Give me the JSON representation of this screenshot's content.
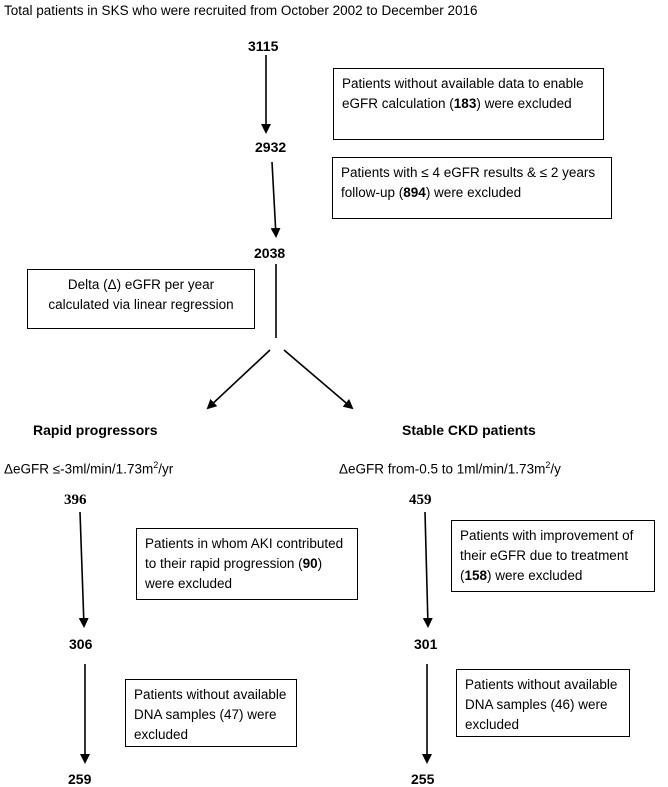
{
  "title": "Total patients in SKS who were recruited from October 2002 to December 2016",
  "counts": {
    "total": "3115",
    "after_first": "2932",
    "after_second": "2038",
    "rapid_start": "396",
    "rapid_mid": "306",
    "rapid_end": "259",
    "stable_start": "459",
    "stable_mid": "301",
    "stable_end": "255"
  },
  "boxes": {
    "excl1": {
      "pre": "Patients without available data to enable eGFR calculation (",
      "num": "183",
      "post": ") were excluded"
    },
    "excl2": {
      "pre": "Patients with ≤ 4 eGFR results & ≤ 2 years follow-up (",
      "num": "894",
      "post": ") were excluded"
    },
    "delta": {
      "text": "Delta (Δ) eGFR per year calculated via linear regression"
    },
    "aki": {
      "pre": "Patients in whom AKI contributed to their rapid progression (",
      "num": "90",
      "post": ") were excluded"
    },
    "improve": {
      "pre": "Patients with improvement of their eGFR due to treatment (",
      "num": "158",
      "post": ") were excluded"
    },
    "dna_rapid": {
      "text": "Patients without available DNA samples (47) were excluded"
    },
    "dna_stable": {
      "text": "Patients without available DNA samples (46) were excluded"
    }
  },
  "groups": {
    "rapid": {
      "label": "Rapid progressors",
      "criterion_pre": "ΔeGFR ≤-3ml/min/1.73m",
      "criterion_sup": "2",
      "criterion_post": "/yr"
    },
    "stable": {
      "label": "Stable CKD patients",
      "criterion_pre": "ΔeGFR from-0.5 to 1ml/min/1.73m",
      "criterion_sup": "2",
      "criterion_post": "/y"
    }
  }
}
